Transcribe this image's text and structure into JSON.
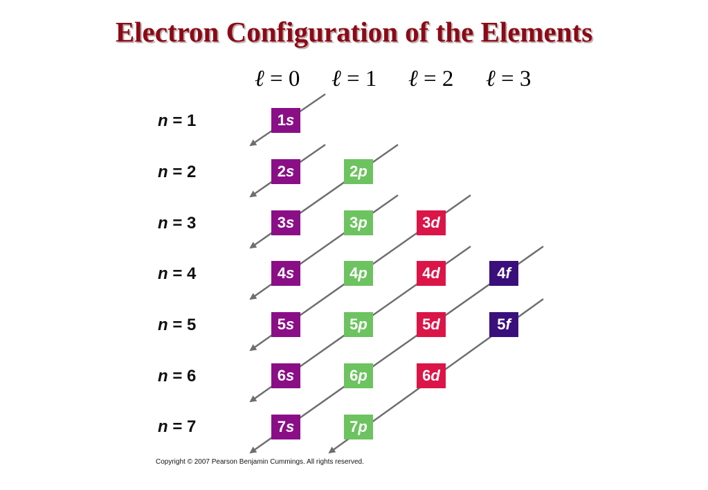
{
  "title": "Electron Configuration of the Elements",
  "l_headers": [
    {
      "symbol": "ℓ",
      "eq": " = 0"
    },
    {
      "symbol": "ℓ",
      "eq": " = 1"
    },
    {
      "symbol": "ℓ",
      "eq": " = 2"
    },
    {
      "symbol": "ℓ",
      "eq": " = 3"
    }
  ],
  "n_rows": [
    {
      "var": "n",
      "eq": " = 1"
    },
    {
      "var": "n",
      "eq": " = 2"
    },
    {
      "var": "n",
      "eq": " = 3"
    },
    {
      "var": "n",
      "eq": " = 4"
    },
    {
      "var": "n",
      "eq": " = 5"
    },
    {
      "var": "n",
      "eq": " = 6"
    },
    {
      "var": "n",
      "eq": " = 7"
    }
  ],
  "orbitals": [
    {
      "num": "1",
      "sub": "s"
    },
    {
      "num": "2",
      "sub": "s"
    },
    {
      "num": "2",
      "sub": "p"
    },
    {
      "num": "3",
      "sub": "s"
    },
    {
      "num": "3",
      "sub": "p"
    },
    {
      "num": "3",
      "sub": "d"
    },
    {
      "num": "4",
      "sub": "s"
    },
    {
      "num": "4",
      "sub": "p"
    },
    {
      "num": "4",
      "sub": "d"
    },
    {
      "num": "4",
      "sub": "f"
    },
    {
      "num": "5",
      "sub": "s"
    },
    {
      "num": "5",
      "sub": "p"
    },
    {
      "num": "5",
      "sub": "d"
    },
    {
      "num": "5",
      "sub": "f"
    },
    {
      "num": "6",
      "sub": "s"
    },
    {
      "num": "6",
      "sub": "p"
    },
    {
      "num": "6",
      "sub": "d"
    },
    {
      "num": "7",
      "sub": "s"
    },
    {
      "num": "7",
      "sub": "p"
    }
  ],
  "colors": {
    "title": "#8b0a16",
    "s": "#8a0f86",
    "p": "#6cc35f",
    "d": "#db1548",
    "f": "#3a0f7c",
    "arrow": "#6e6e6e"
  },
  "copyright": "Copyright © 2007 Pearson Benjamin Cummings. All rights reserved."
}
